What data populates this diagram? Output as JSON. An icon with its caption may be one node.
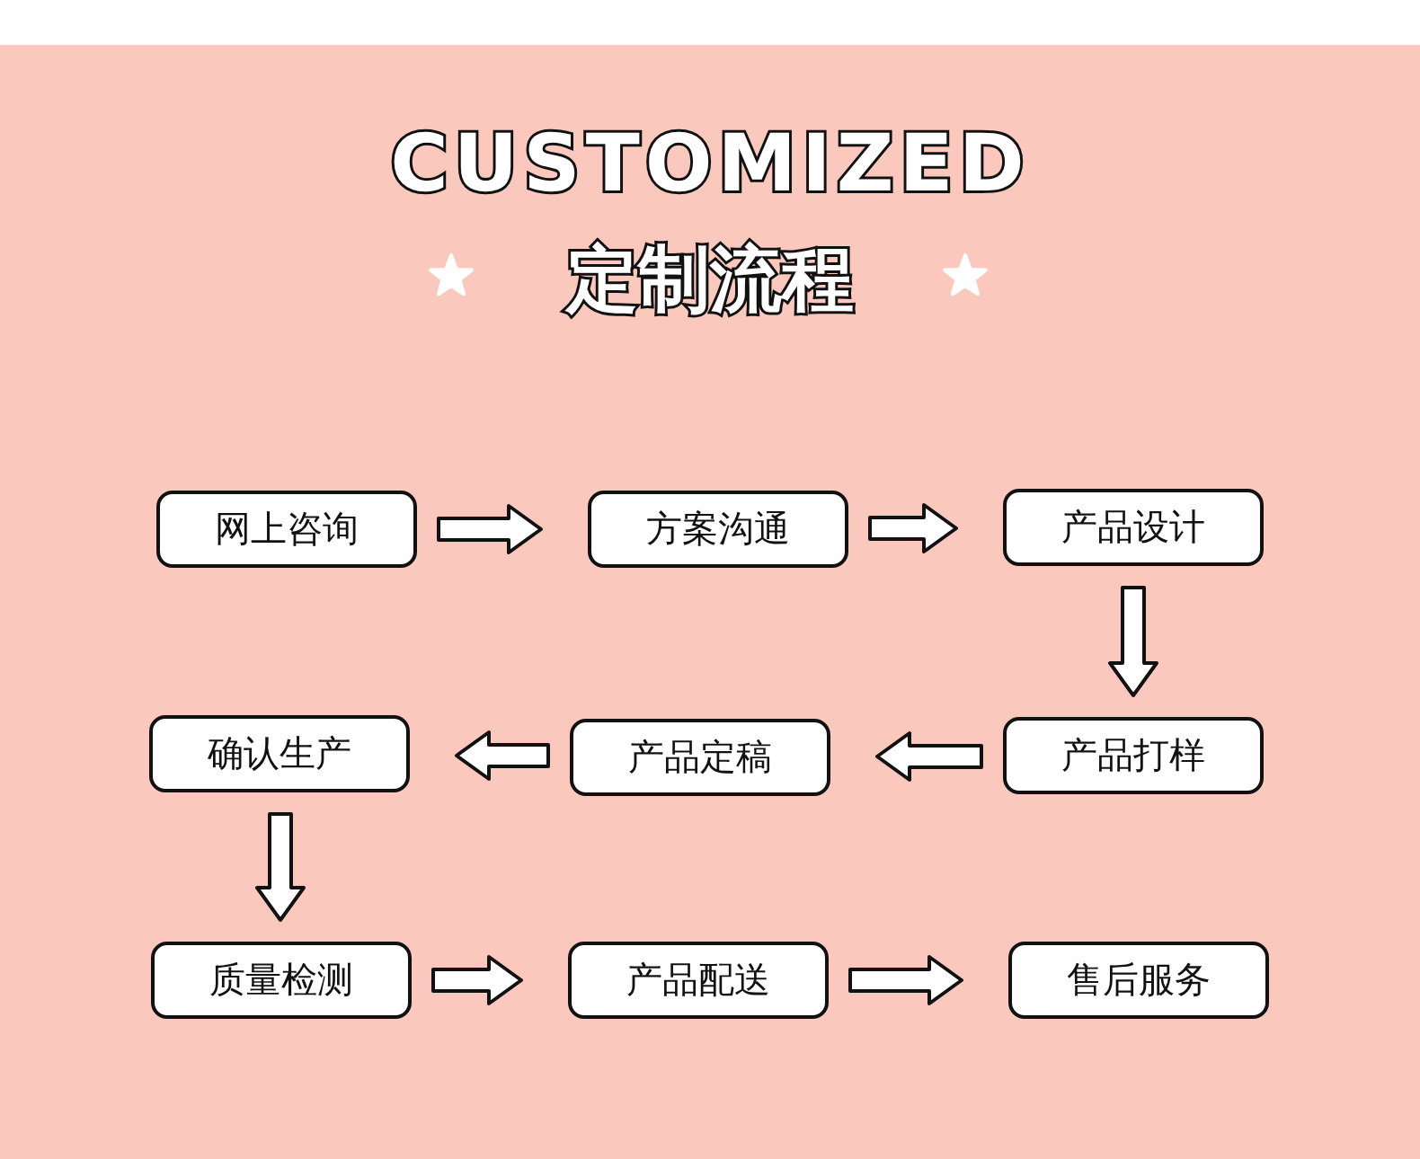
{
  "diagram": {
    "title": "CUSTOMIZED",
    "nodes": [
      {
        "text": [
          "网上咨询"
        ]
      },
      {
        "text": [
          "方案沟通"
        ]
      },
      {
        "text": [
          "产品设计"
        ]
      },
      {
        "text": [
          "产品打样"
        ]
      },
      {
        "text": [
          "产品定稿"
        ]
      },
      {
        "text": [
          "确认生产"
        ]
      },
      {
        "text": [
          "质量检测"
        ]
      },
      {
        "text": [
          "产品配送"
        ]
      },
      {
        "text": [
          "售后服务"
        ]
      }
    ],
    "edges": [
      {
        "from": 0,
        "to": 1,
        "arrow": "to"
      },
      {
        "from": 1,
        "to": 2,
        "arrow": "to"
      },
      {
        "from": 2,
        "to": 3,
        "arrow": "to"
      },
      {
        "from": 3,
        "to": 4,
        "arrow": "to"
      },
      {
        "from": 4,
        "to": 5,
        "arrow": "to"
      },
      {
        "from": 5,
        "to": 6,
        "arrow": "to"
      },
      {
        "from": 6,
        "to": 7,
        "arrow": "to"
      },
      {
        "from": 7,
        "to": 8,
        "arrow": "to"
      }
    ],
    "labels": [
      "定制流程"
    ]
  }
}
